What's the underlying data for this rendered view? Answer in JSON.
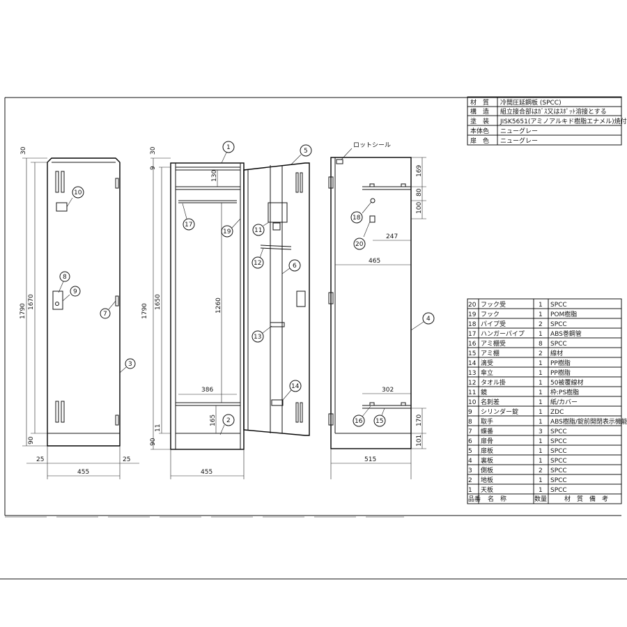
{
  "spec_table": [
    {
      "label": "材　質",
      "value": "冷間圧延鋼板 (SPCC)"
    },
    {
      "label": "構　造",
      "value": "組立接合部はｶﾞｽ又はｽﾎﾟｯﾄ溶接とする"
    },
    {
      "label": "塗　装",
      "value": "JISK5651(アミノアルキド樹脂エナメル)焼付"
    },
    {
      "label": "本体色",
      "value": "ニューグレー"
    },
    {
      "label": "扉　色",
      "value": "ニューグレー"
    }
  ],
  "parts": [
    {
      "no": "20",
      "name": "フック受",
      "qty": "1",
      "material": "SPCC"
    },
    {
      "no": "19",
      "name": "フック",
      "qty": "1",
      "material": "POM樹脂"
    },
    {
      "no": "18",
      "name": "パイプ受",
      "qty": "2",
      "material": "SPCC"
    },
    {
      "no": "17",
      "name": "ハンガーパイプ",
      "qty": "1",
      "material": "ABS巻鋼管"
    },
    {
      "no": "16",
      "name": "アミ棚受",
      "qty": "8",
      "material": "SPCC"
    },
    {
      "no": "15",
      "name": "アミ棚",
      "qty": "2",
      "material": "線材"
    },
    {
      "no": "14",
      "name": "滴受",
      "qty": "1",
      "material": "PP樹脂"
    },
    {
      "no": "13",
      "name": "傘立",
      "qty": "1",
      "material": "PP樹脂"
    },
    {
      "no": "12",
      "name": "タオル掛",
      "qty": "1",
      "material": "50被覆線材"
    },
    {
      "no": "11",
      "name": "鏡",
      "qty": "1",
      "material": "枠:PS樹脂"
    },
    {
      "no": "10",
      "name": "名刺差",
      "qty": "1",
      "material": "紙/カバー"
    },
    {
      "no": "9",
      "name": "シリンダー錠",
      "qty": "1",
      "material": "ZDC"
    },
    {
      "no": "8",
      "name": "取手",
      "qty": "1",
      "material": "ABS樹脂/錠前開閉表示機能付"
    },
    {
      "no": "7",
      "name": "蝶番",
      "qty": "3",
      "material": "SPCC"
    },
    {
      "no": "6",
      "name": "扉骨",
      "qty": "1",
      "material": "SPCC"
    },
    {
      "no": "5",
      "name": "扉板",
      "qty": "1",
      "material": "SPCC"
    },
    {
      "no": "4",
      "name": "裏板",
      "qty": "1",
      "material": "SPCC"
    },
    {
      "no": "3",
      "name": "側板",
      "qty": "2",
      "material": "SPCC"
    },
    {
      "no": "2",
      "name": "地板",
      "qty": "1",
      "material": "SPCC"
    },
    {
      "no": "1",
      "name": "天板",
      "qty": "1",
      "material": "SPCC"
    }
  ],
  "parts_header": {
    "no": "品番",
    "name": "名　称",
    "qty": "数量",
    "material": "材　質　備　考"
  },
  "seal_label": "ロットシール",
  "view1": {
    "dim_top": "30",
    "dim_total_h": "1790",
    "dim_body_h": "1670",
    "dim_base": "90",
    "dim_left": "25",
    "dim_right": "25",
    "dim_width": "455",
    "callouts": [
      "10",
      "8",
      "9",
      "7",
      "3"
    ]
  },
  "view2": {
    "dim_top1": "30",
    "dim_top2": "9",
    "dim_130": "130",
    "dim_total_h": "1790",
    "dim_inner": "1650",
    "dim_1260": "1260",
    "dim_386": "386",
    "dim_165": "165",
    "dim_11": "11",
    "dim_90": "90",
    "dim_width": "455",
    "callouts": [
      "1",
      "17",
      "19",
      "2",
      "5",
      "11",
      "12",
      "6",
      "13",
      "14"
    ]
  },
  "view3": {
    "dim_169": "169",
    "dim_80": "80",
    "dim_100": "100",
    "dim_247": "247",
    "dim_465": "465",
    "dim_302": "302",
    "dim_170": "170",
    "dim_101": "101",
    "dim_width": "515",
    "callouts": [
      "18",
      "20",
      "4",
      "16",
      "15"
    ]
  }
}
